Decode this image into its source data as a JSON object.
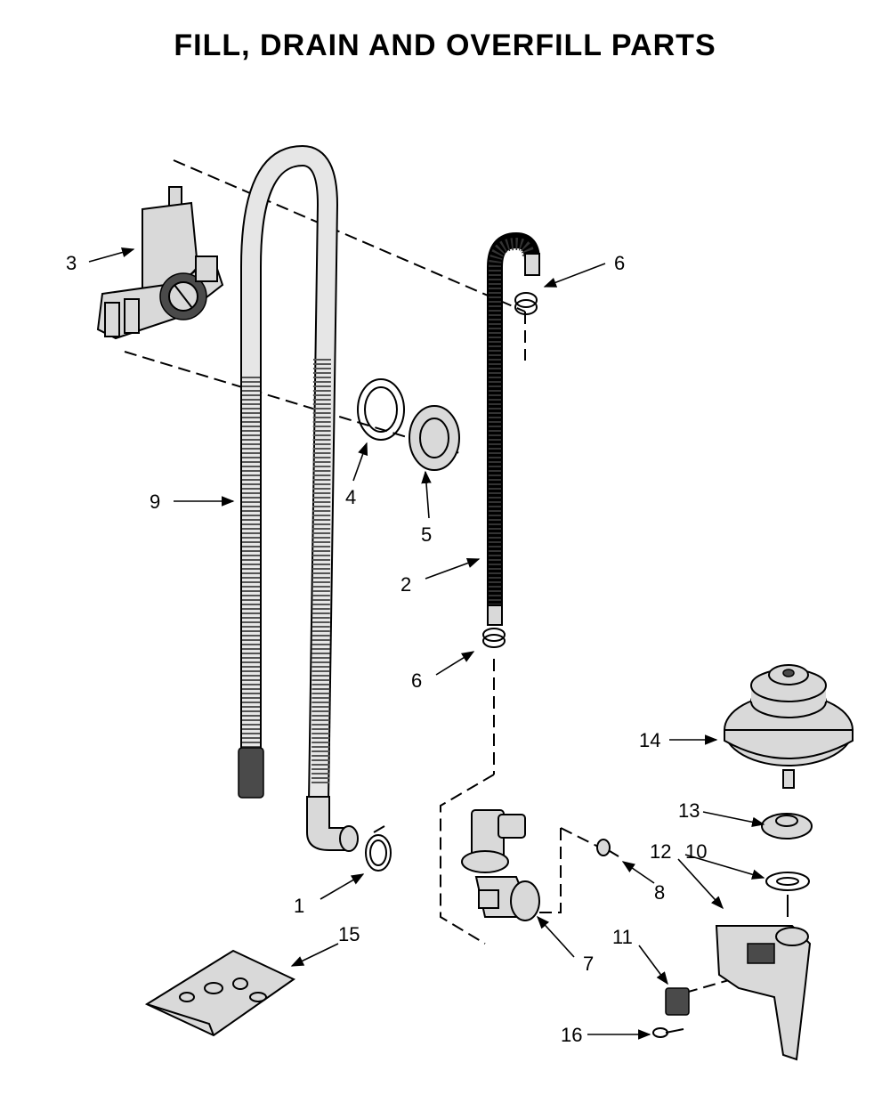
{
  "title": "FILL, DRAIN AND OVERFILL PARTS",
  "callouts": [
    {
      "id": "1",
      "label": "1"
    },
    {
      "id": "2",
      "label": "2"
    },
    {
      "id": "3",
      "label": "3"
    },
    {
      "id": "4",
      "label": "4"
    },
    {
      "id": "5",
      "label": "5"
    },
    {
      "id": "6a",
      "label": "6"
    },
    {
      "id": "6b",
      "label": "6"
    },
    {
      "id": "7",
      "label": "7"
    },
    {
      "id": "8",
      "label": "8"
    },
    {
      "id": "9",
      "label": "9"
    },
    {
      "id": "10",
      "label": "10"
    },
    {
      "id": "11",
      "label": "11"
    },
    {
      "id": "12",
      "label": "12"
    },
    {
      "id": "13",
      "label": "13"
    },
    {
      "id": "14",
      "label": "14"
    },
    {
      "id": "15",
      "label": "15"
    },
    {
      "id": "16",
      "label": "16"
    }
  ]
}
